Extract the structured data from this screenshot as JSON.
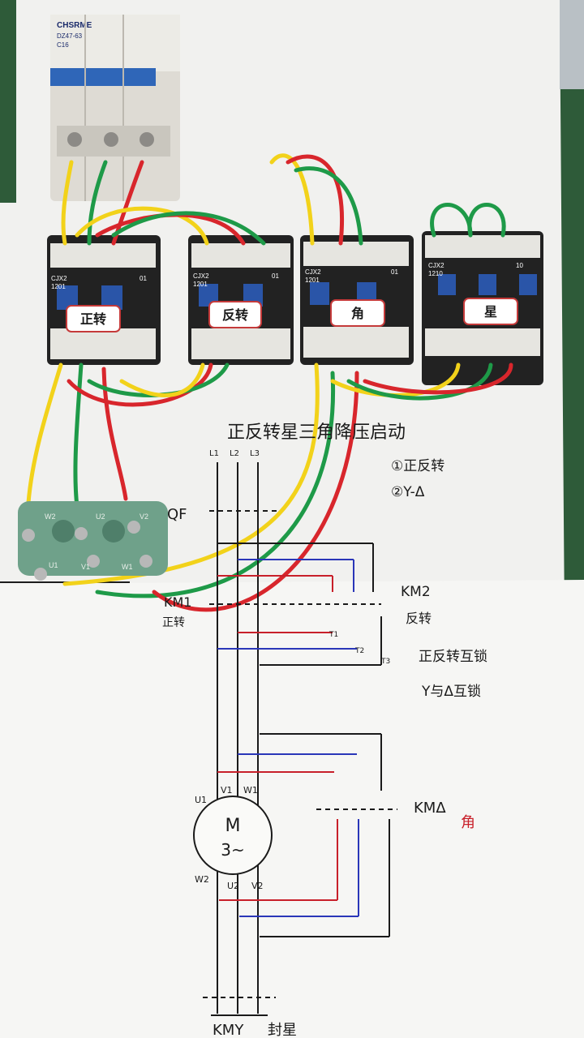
{
  "breaker": {
    "brand": "CHSRME",
    "model": "DZ47-63",
    "rating": "C16"
  },
  "contactors": [
    {
      "model": "CJX2",
      "code": "1201",
      "aux": "01",
      "tag": "正转"
    },
    {
      "model": "CJX2",
      "code": "1201",
      "aux": "01",
      "tag": "反转"
    },
    {
      "model": "CJX2",
      "code": "1201",
      "aux": "01",
      "tag": "角"
    },
    {
      "model": "CJX2",
      "code": "1210",
      "aux": "10",
      "tag": "星"
    }
  ],
  "terminal_box": {
    "labels": [
      "W2",
      "U2",
      "V2",
      "U1",
      "V1",
      "W1"
    ]
  },
  "diagram": {
    "title": "正反转星三角降压启动",
    "notes": [
      "①正反转",
      "②Y-Δ"
    ],
    "qf_label": "QF",
    "km1_label": "KM1",
    "km1_sub": "正转",
    "km2_label": "KM2",
    "km2_sub": "反转",
    "interlock_1": "正反转互锁",
    "interlock_2": "Y与Δ互锁",
    "kmd_label": "KMΔ",
    "kmd_sub": "角",
    "kmy_label": "KMY",
    "kmy_sub": "封星",
    "motor_line1": "M",
    "motor_line2": "3~",
    "line_labels": [
      "L1",
      "L2",
      "L3"
    ],
    "t_labels": [
      "T1",
      "T2",
      "T3"
    ],
    "winding_top": [
      "U1",
      "V1",
      "W1"
    ],
    "winding_bottom": [
      "W2",
      "U2",
      "V2"
    ]
  },
  "colors": {
    "wire_yellow": "#f2d21a",
    "wire_green": "#1e9a48",
    "wire_red": "#d8262c",
    "ink_blue": "#2a36b8",
    "ink_red": "#c8202a"
  }
}
